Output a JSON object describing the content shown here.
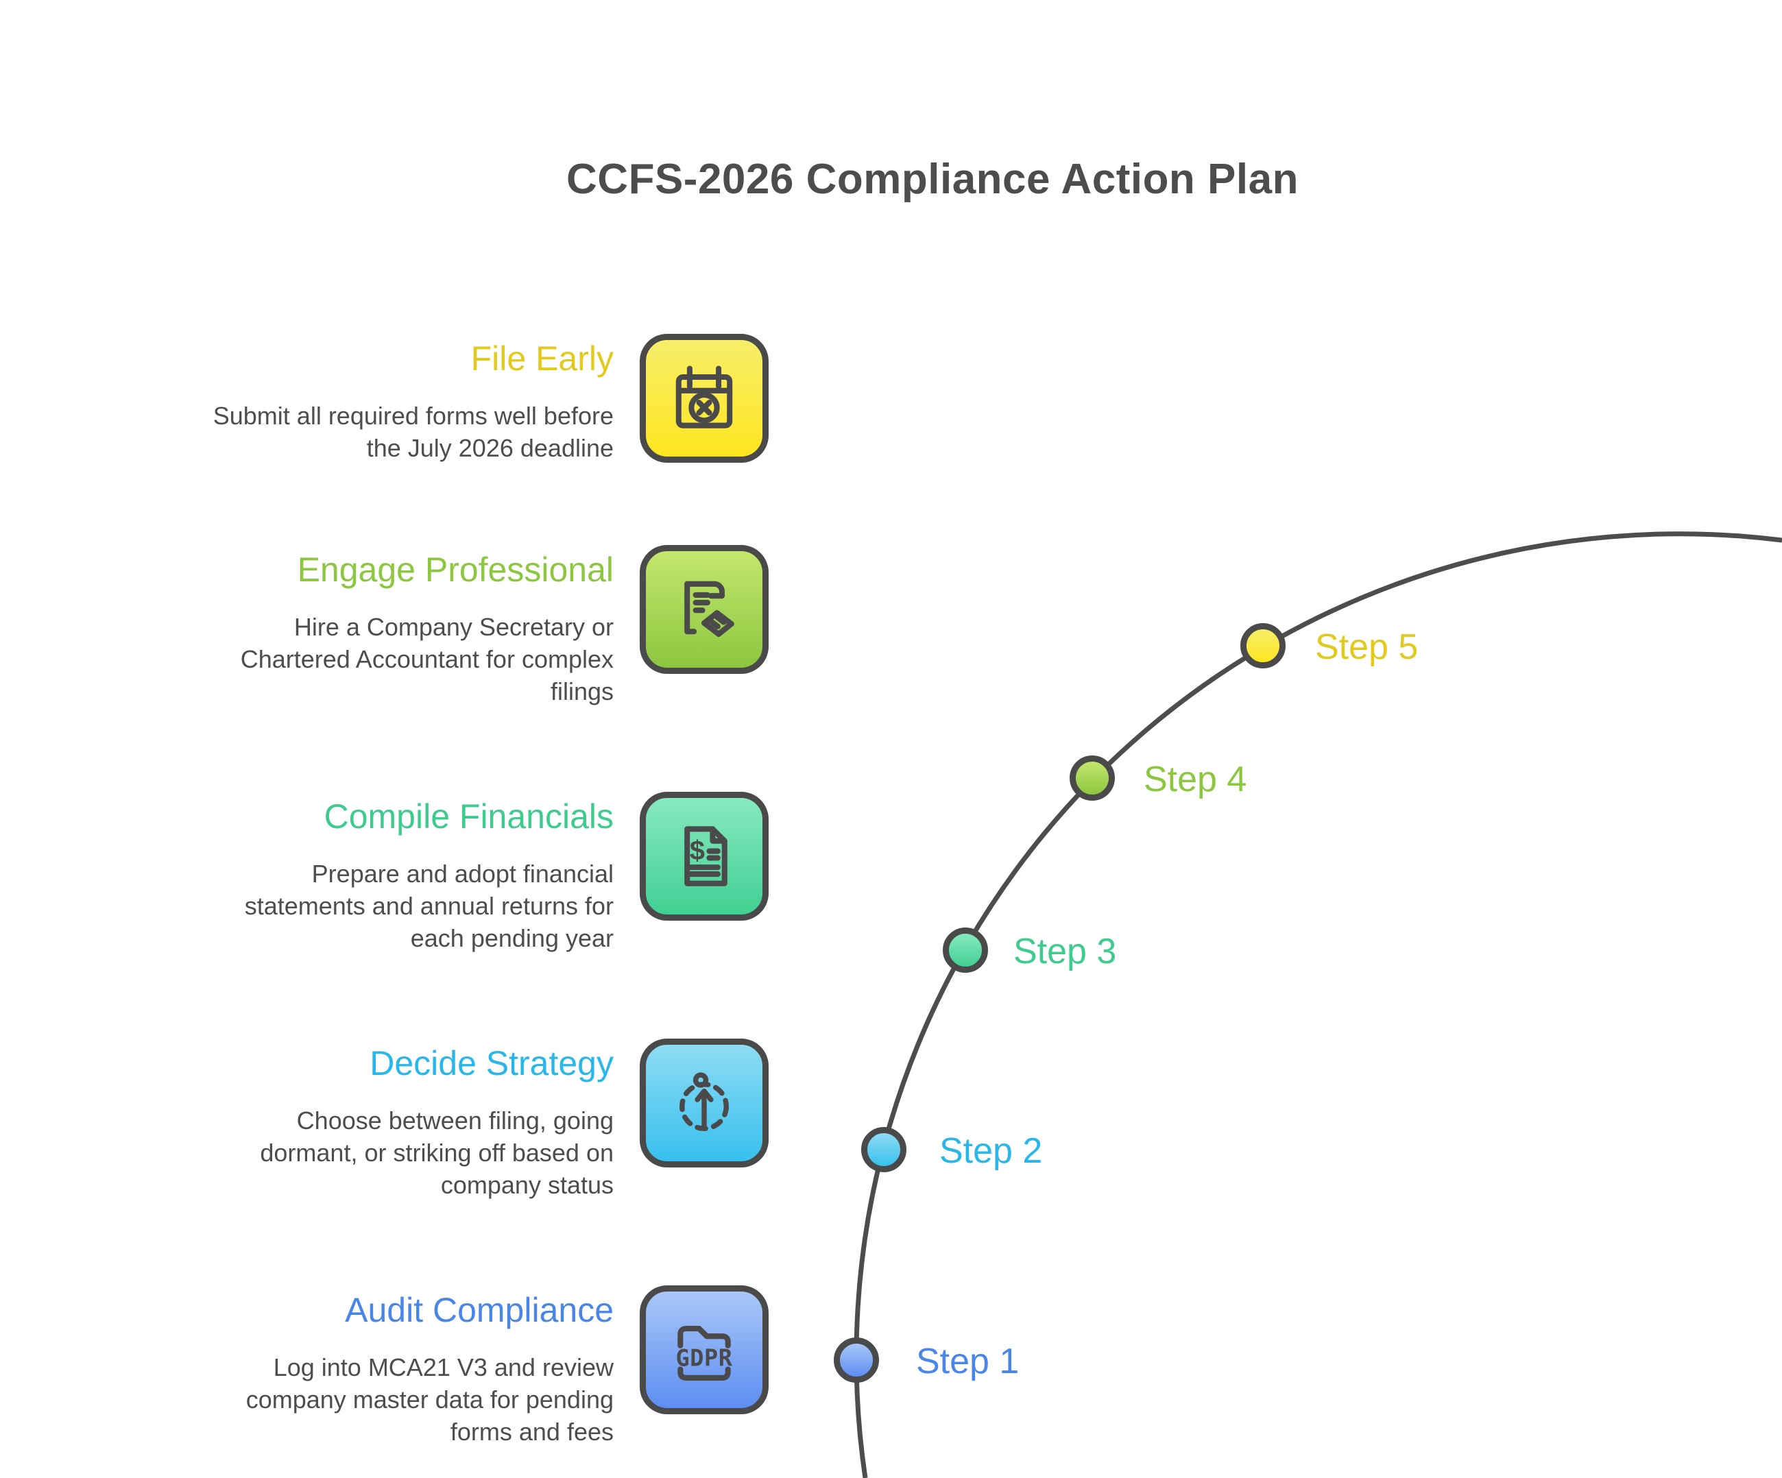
{
  "title": "CCFS-2026 Compliance Action Plan",
  "colors": {
    "ink": "#4a4a4a",
    "body_text": "#4d4d4d",
    "arc_line": "#4d4d4d"
  },
  "cards": [
    {
      "step_label": "Step 5",
      "heading": "File Early",
      "description": "Submit all required forms well before the July 2026 deadline",
      "accent": "#e2ca1c",
      "icon": "calendar-x-icon",
      "gradient_top": "#f7ee6a",
      "gradient_bottom": "#ffe51f"
    },
    {
      "step_label": "Step 4",
      "heading": "Engage Professional",
      "description": "Hire a Company Secretary or Chartered Accountant for complex filings",
      "accent": "#8dc63f",
      "icon": "scroll-handshake-icon",
      "gradient_top": "#c3e76c",
      "gradient_bottom": "#8cc640"
    },
    {
      "step_label": "Step 3",
      "heading": "Compile Financials",
      "description": "Prepare and adopt financial statements and annual returns for each pending year",
      "accent": "#3ecb8e",
      "icon": "dollar-invoice-icon",
      "icon_text": "$",
      "gradient_top": "#87e9c0",
      "gradient_bottom": "#41d092"
    },
    {
      "step_label": "Step 2",
      "heading": "Decide Strategy",
      "description": "Choose between filing, going dormant, or striking off based on company status",
      "accent": "#29b7e9",
      "icon": "route-arrow-icon",
      "gradient_top": "#8edcf4",
      "gradient_bottom": "#38c0ee"
    },
    {
      "step_label": "Step 1",
      "heading": "Audit Compliance",
      "description": "Log into MCA21 V3 and review company master data for pending forms and fees",
      "accent": "#4a86e8",
      "icon": "gdpr-folder-icon",
      "icon_text": "GDPR",
      "gradient_top": "#a9c7f7",
      "gradient_bottom": "#5d8ef2"
    }
  ]
}
